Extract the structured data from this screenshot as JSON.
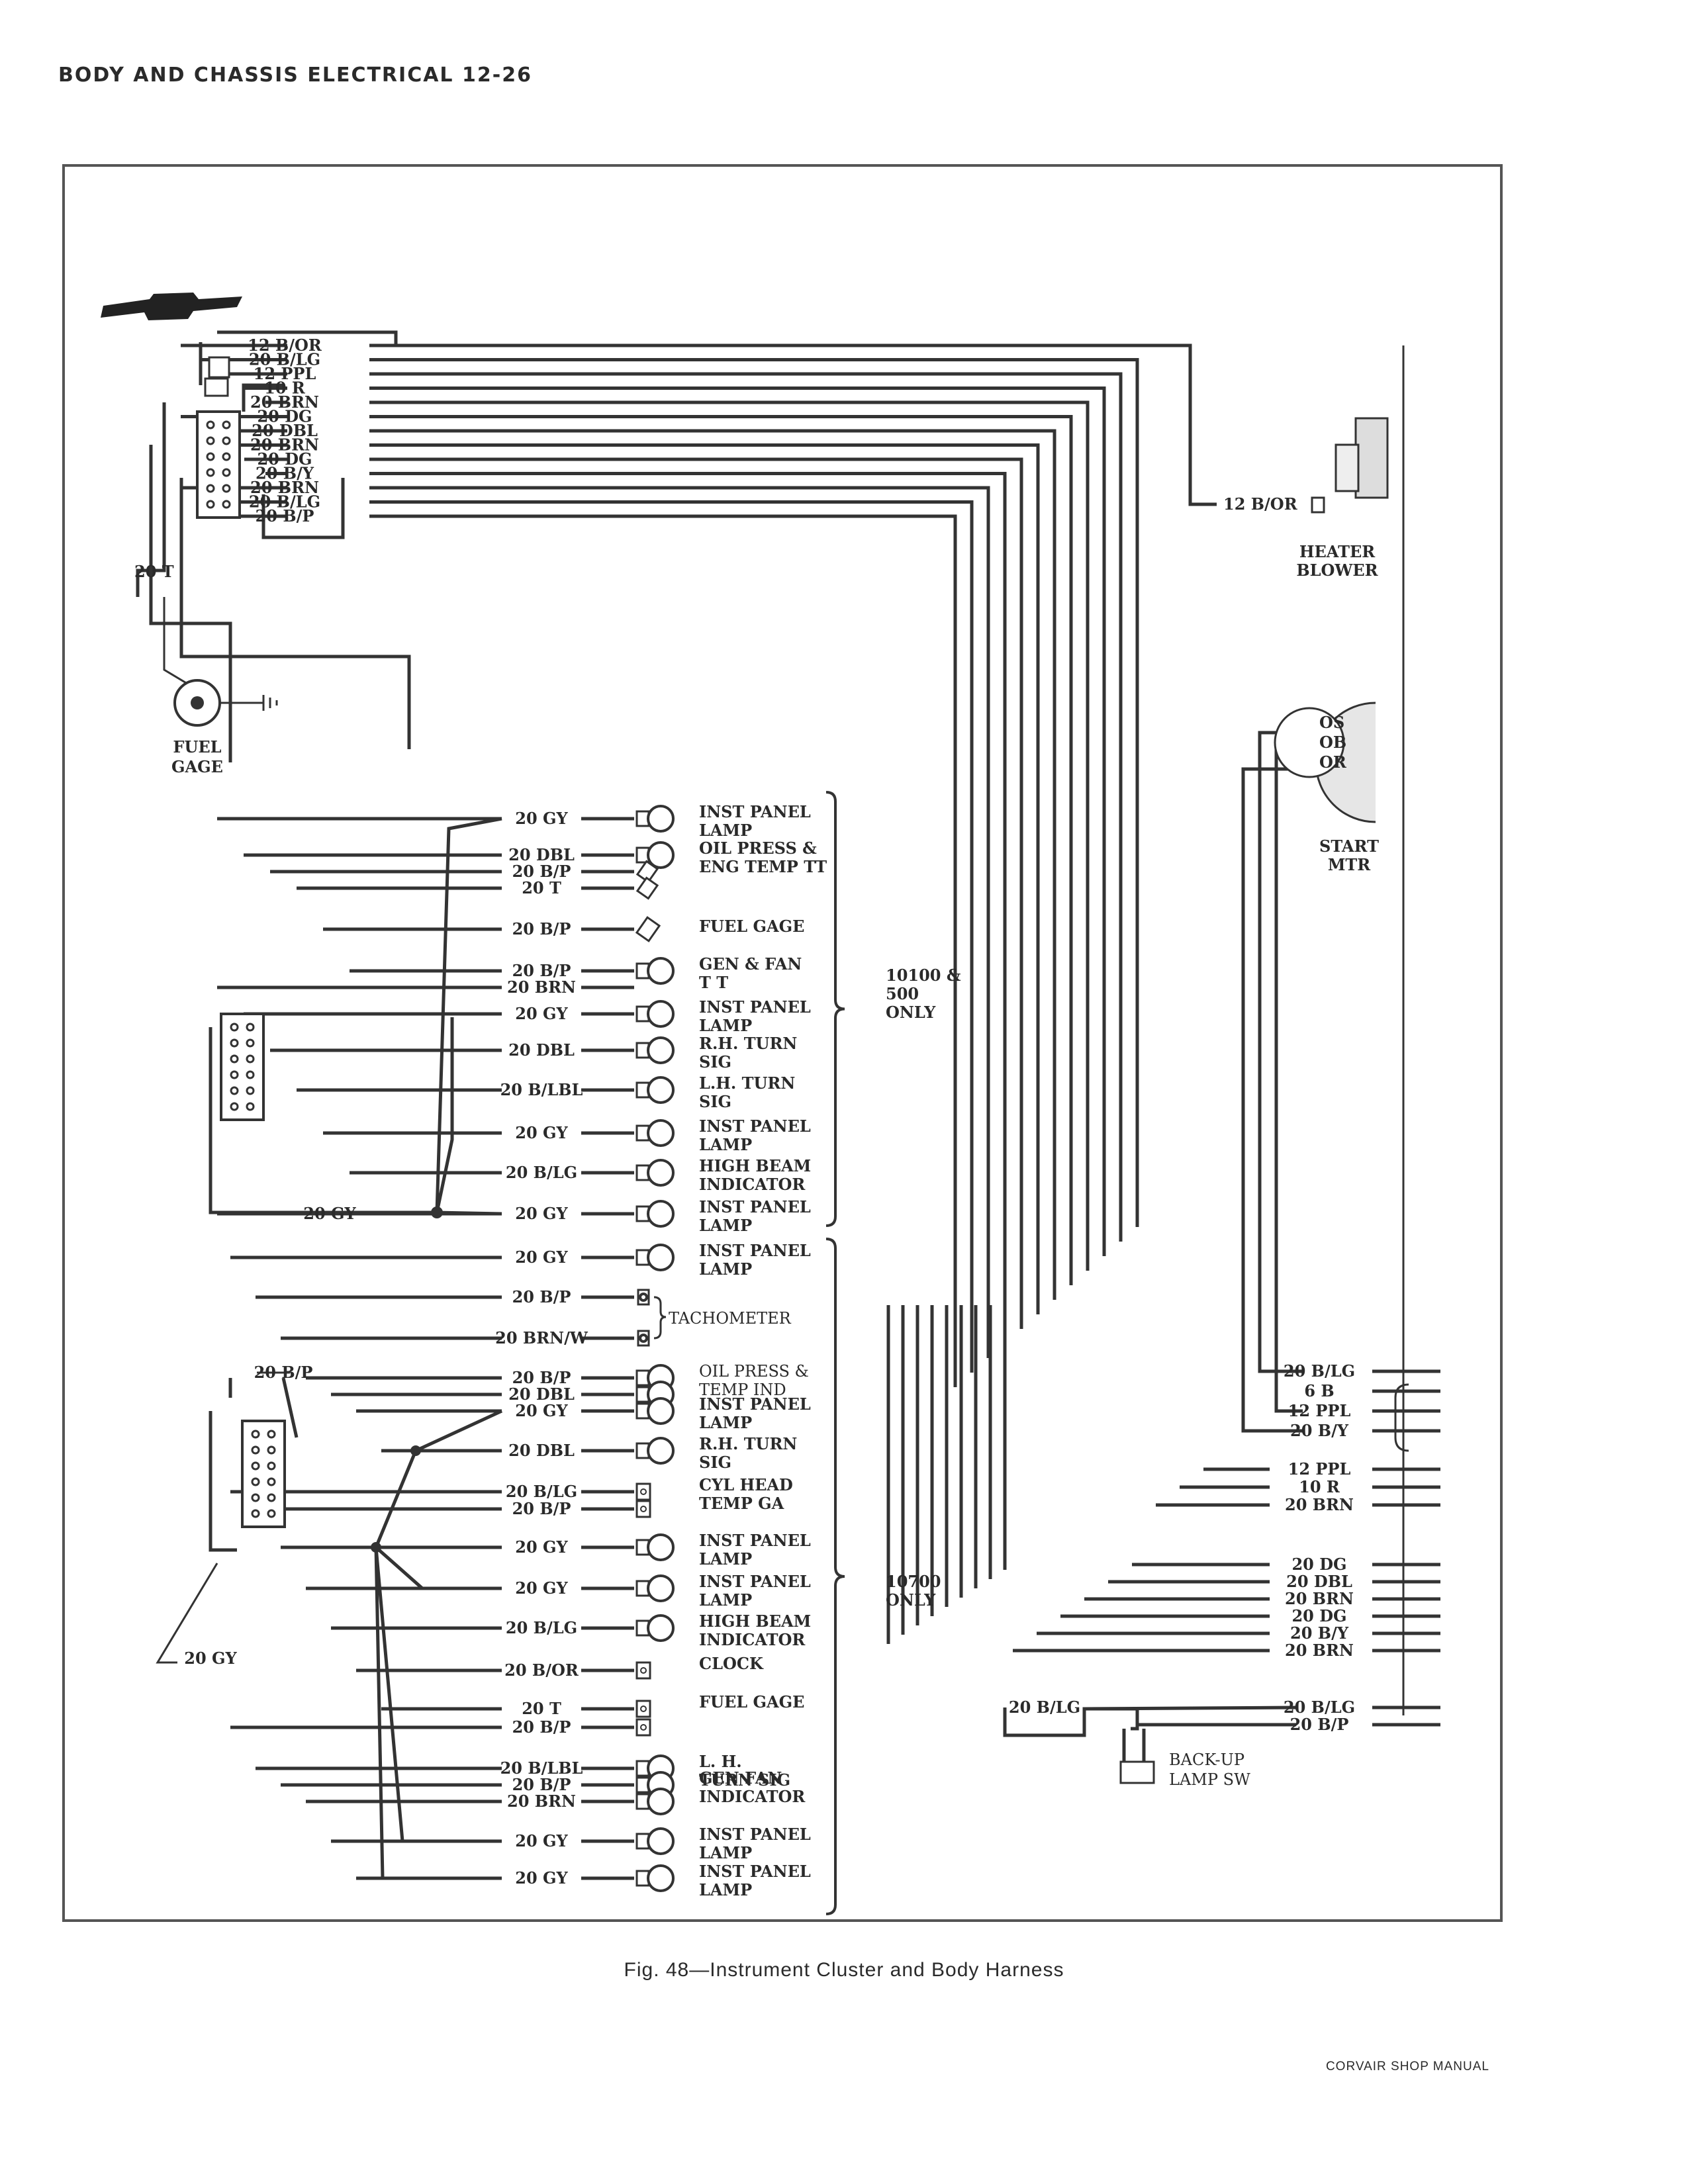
{
  "header": "BODY AND CHASSIS ELECTRICAL 12-26",
  "caption": "Fig. 48—Instrument Cluster and Body Harness",
  "footer": "CORVAIR SHOP MANUAL",
  "top_harness": {
    "wires": [
      "12 B/OR",
      "20 B/LG",
      "12 PPL",
      "10 R",
      "20 BRN",
      "20 DG",
      "20 DBL",
      "20 BRN",
      "20 DG",
      "20 B/Y",
      "20 BRN",
      "20 B/LG",
      "20 B/P"
    ],
    "side_label": "20 T",
    "fuel_gage": "FUEL GAGE"
  },
  "heater": {
    "wire": "12 B/OR",
    "label": "HEATER BLOWER"
  },
  "starter": {
    "terminals": [
      "S",
      "B",
      "R"
    ],
    "label": "START MTR"
  },
  "cluster_a": {
    "rows": [
      {
        "wire": "20 GY",
        "part": "INST PANEL LAMP"
      },
      {
        "wire": "20 DBL",
        "part": "OIL PRESS & ENG TEMP TT"
      },
      {
        "wire": "20 B/P",
        "part": ""
      },
      {
        "wire": "20 T",
        "part": ""
      },
      {
        "wire": "20 B/P",
        "part": "FUEL GAGE"
      },
      {
        "wire": "20 B/P",
        "part": "GEN & FAN T T"
      },
      {
        "wire": "20 BRN",
        "part": ""
      },
      {
        "wire": "20 GY",
        "part": "INST PANEL LAMP"
      },
      {
        "wire": "20 DBL",
        "part": "R.H. TURN SIG"
      },
      {
        "wire": "20 B/LBL",
        "part": "L.H. TURN SIG"
      },
      {
        "wire": "20 GY",
        "part": "INST PANEL LAMP"
      },
      {
        "wire": "20 B/LG",
        "part": "HIGH BEAM INDICATOR"
      },
      {
        "wire": "20 GY",
        "part": "INST PANEL LAMP"
      }
    ],
    "ground_label": "20 GY",
    "brace": "10100 & 500 ONLY"
  },
  "cluster_b": {
    "rows": [
      {
        "wire": "20 GY",
        "part": "INST PANEL LAMP"
      },
      {
        "wire": "20 B/P",
        "part": ""
      },
      {
        "wire": "20 BRN/W",
        "part": ""
      },
      {
        "wire": "20 B/P",
        "part": "OIL PRESS & TEMP IND"
      },
      {
        "wire": "20 DBL",
        "part": ""
      },
      {
        "wire": "20 GY",
        "part": "INST PANEL LAMP"
      },
      {
        "wire": "20 DBL",
        "part": "R.H. TURN SIG"
      },
      {
        "wire": "20 B/LG",
        "part": "CYL HEAD TEMP GA"
      },
      {
        "wire": "20 B/P",
        "part": ""
      },
      {
        "wire": "20 GY",
        "part": "INST PANEL LAMP"
      },
      {
        "wire": "20 GY",
        "part": "INST PANEL LAMP"
      },
      {
        "wire": "20 B/LG",
        "part": "HIGH BEAM INDICATOR"
      },
      {
        "wire": "20 B/OR",
        "part": "CLOCK"
      },
      {
        "wire": "20 T",
        "part": "FUEL GAGE"
      },
      {
        "wire": "20 B/P",
        "part": ""
      },
      {
        "wire": "20 B/LBL",
        "part": "L. H. TURN SIG"
      },
      {
        "wire": "20 B/P",
        "part": "GEN FAN INDICATOR"
      },
      {
        "wire": "20 BRN",
        "part": ""
      },
      {
        "wire": "20 GY",
        "part": "INST PANEL LAMP"
      },
      {
        "wire": "20 GY",
        "part": "INST PANEL LAMP"
      }
    ],
    "tach_label": "TACHOMETER",
    "left_labels": [
      "20 B/P",
      "20 GY"
    ],
    "brace": "10700 ONLY"
  },
  "right_harness": {
    "wires": [
      "20 B/LG",
      "6 B",
      "12 PPL",
      "20 B/Y",
      "12 PPL",
      "10 R",
      "20 BRN",
      "20 DG",
      "20 DBL",
      "20 BRN",
      "20 DG",
      "20 B/Y",
      "20 BRN",
      "20 B/LG",
      "20 B/P"
    ]
  },
  "backup": {
    "wire": "20 B/LG",
    "label": "BACK-UP LAMP SW"
  }
}
